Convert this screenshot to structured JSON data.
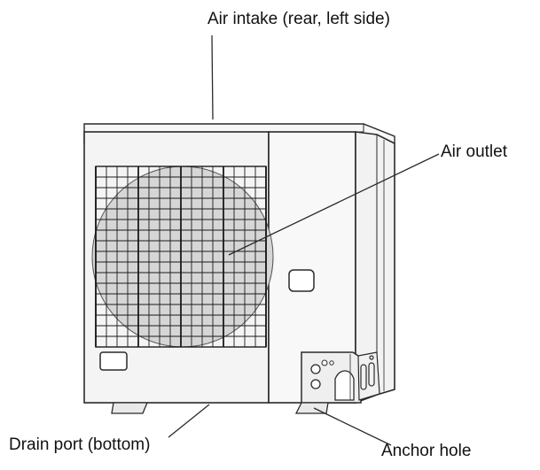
{
  "labels": {
    "air_intake": "Air intake (rear, left side)",
    "air_outlet": "Air outlet",
    "drain_port": "Drain port (bottom)",
    "anchor_hole": "Anchor hole"
  },
  "colors": {
    "line": "#2a2a2a",
    "body_fill": "#f4f4f4",
    "panel_fill": "#f9f9f9",
    "fan_fill": "#cfcfcf",
    "grille_line": "#1a1a1a"
  }
}
